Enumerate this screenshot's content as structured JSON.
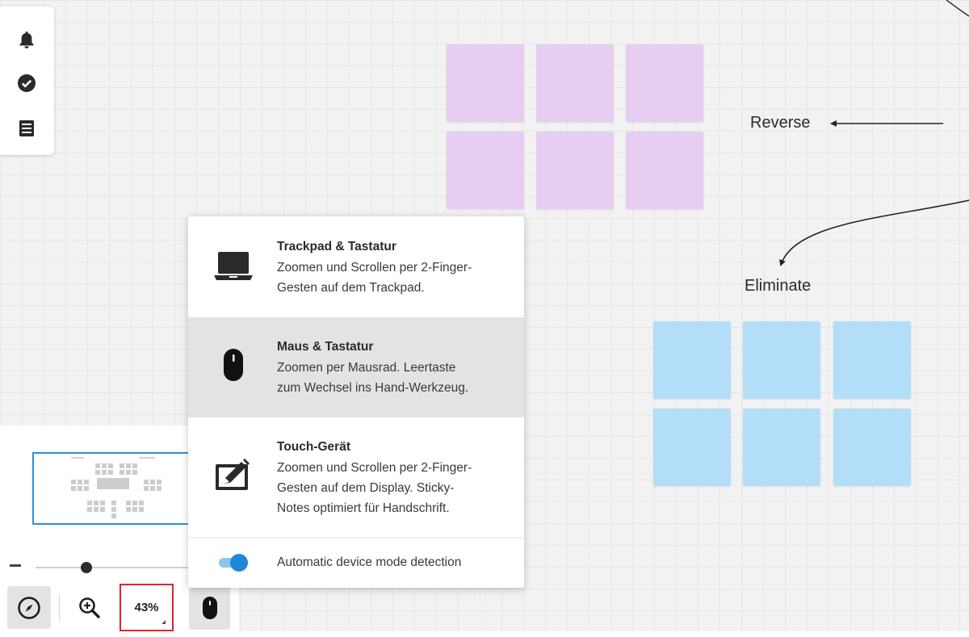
{
  "canvas": {
    "labels": {
      "reverse": "Reverse",
      "eliminate": "Eliminate"
    },
    "colors": {
      "purple_sticky": "#e6cdf1",
      "blue_sticky": "#b3def7",
      "grid": "#f2f2f2"
    }
  },
  "left_toolbar": {
    "items": [
      {
        "icon": "bell-icon"
      },
      {
        "icon": "check-circle-icon"
      },
      {
        "icon": "list-icon"
      }
    ]
  },
  "navigator": {
    "zoom_label": "43%",
    "zoom_slider_value": 0.33,
    "accent": "#2d8fe0",
    "highlight": "#e0262a"
  },
  "device_menu": {
    "options": [
      {
        "icon": "laptop-icon",
        "title": "Trackpad & Tastatur",
        "desc_line1": "Zoomen und Scrollen per 2-Finger-",
        "desc_line2": "Gesten auf dem Trackpad.",
        "selected": false
      },
      {
        "icon": "mouse-icon",
        "title": "Maus & Tastatur",
        "desc_line1": "Zoomen per Mausrad. Leertaste",
        "desc_line2": "zum Wechsel ins Hand-Werkzeug.",
        "selected": true
      },
      {
        "icon": "pen-tablet-icon",
        "title": "Touch-Gerät",
        "desc_line1": "Zoomen und Scrollen per 2-Finger-",
        "desc_line2": "Gesten auf dem Display. Sticky-",
        "desc_line3": "Notes optimiert für Handschrift.",
        "selected": false
      }
    ],
    "auto_detect": {
      "label": "Automatic device mode detection",
      "enabled": true,
      "color": "#1e88d8"
    }
  }
}
